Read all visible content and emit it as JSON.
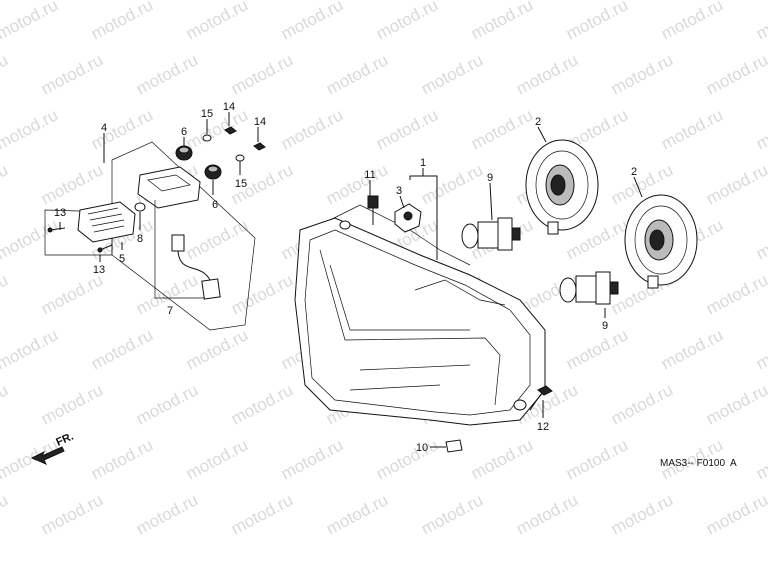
{
  "watermark": {
    "text": "motod.ru"
  },
  "drawing_code": "MAS3-- F0100  A",
  "direction_label": "FR.",
  "callouts": {
    "c1": "1",
    "c2a": "2",
    "c2b": "2",
    "c3": "3",
    "c4": "4",
    "c5": "5",
    "c6a": "6",
    "c6b": "6",
    "c7": "7",
    "c8": "8",
    "c9a": "9",
    "c9b": "9",
    "c10": "10",
    "c11": "11",
    "c12": "12",
    "c13a": "13",
    "c13b": "13",
    "c14a": "14",
    "c14b": "14",
    "c15a": "15",
    "c15b": "15"
  }
}
